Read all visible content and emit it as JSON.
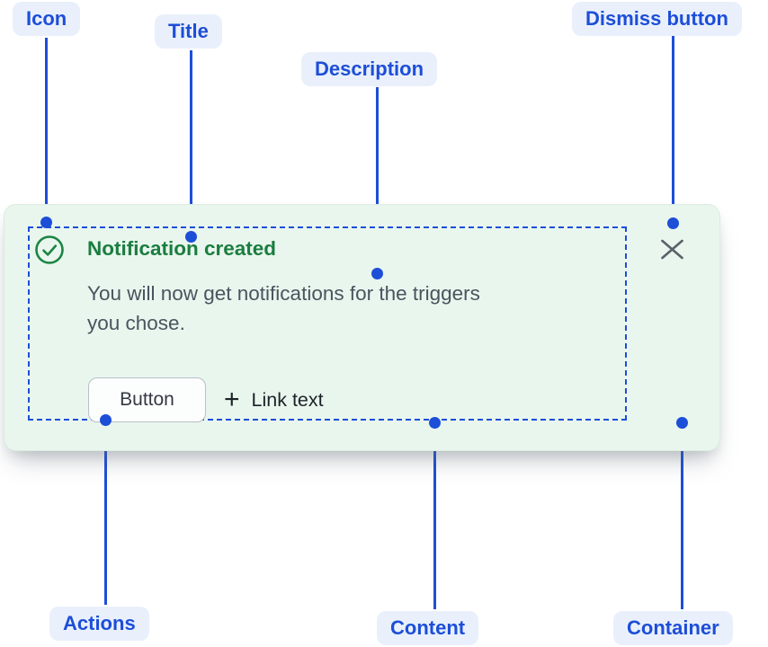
{
  "annotations": {
    "icon": {
      "label": "Icon"
    },
    "title": {
      "label": "Title"
    },
    "description": {
      "label": "Description"
    },
    "dismiss": {
      "label": "Dismiss button"
    },
    "actions": {
      "label": "Actions"
    },
    "content": {
      "label": "Content"
    },
    "container": {
      "label": "Container"
    }
  },
  "notification": {
    "title": "Notification created",
    "description": "You will now get notifications for the triggers you chose.",
    "description_lines": [
      "You will now get notifications for the triggers",
      "you chose."
    ],
    "actions": {
      "button_label": "Button",
      "plus_glyph": "+",
      "link_label": "Link text"
    }
  },
  "icons": {
    "status_icon": "check-circle-icon",
    "dismiss_icon": "close-x-icon"
  },
  "colors": {
    "annotation_blue": "#1d4ed8",
    "annotation_pill_bg": "#e9f0fc",
    "card_background": "#e9f6ee",
    "title_green": "#1b7d3f",
    "icon_green": "#1b8542",
    "description_gray": "#4a545e",
    "dismiss_gray": "#5b6269"
  }
}
